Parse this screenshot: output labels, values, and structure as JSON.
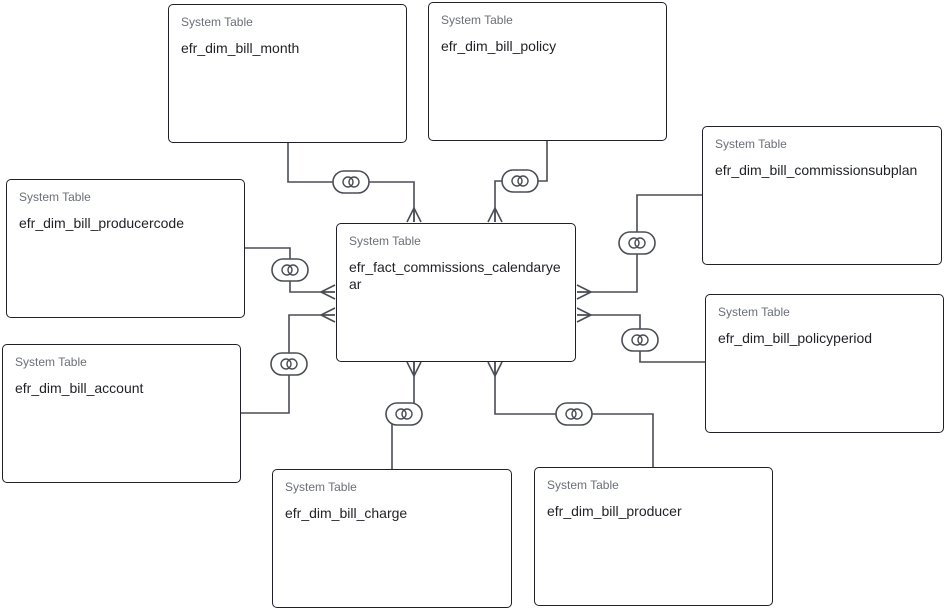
{
  "diagram": {
    "tables": {
      "fact": {
        "type": "System Table",
        "name": "efr_fact_commissions_calendaryear"
      },
      "bill_month": {
        "type": "System Table",
        "name": "efr_dim_bill_month"
      },
      "bill_policy": {
        "type": "System Table",
        "name": "efr_dim_bill_policy"
      },
      "bill_commissionsubplan": {
        "type": "System Table",
        "name": "efr_dim_bill_commissionsubplan"
      },
      "bill_producercode": {
        "type": "System Table",
        "name": "efr_dim_bill_producercode"
      },
      "bill_policyperiod": {
        "type": "System Table",
        "name": "efr_dim_bill_policyperiod"
      },
      "bill_account": {
        "type": "System Table",
        "name": "efr_dim_bill_account"
      },
      "bill_charge": {
        "type": "System Table",
        "name": "efr_dim_bill_charge"
      },
      "bill_producer": {
        "type": "System Table",
        "name": "efr_dim_bill_producer"
      }
    },
    "relationships": [
      {
        "from": "bill_month",
        "to": "fact",
        "cardinality": "one-to-many"
      },
      {
        "from": "bill_policy",
        "to": "fact",
        "cardinality": "one-to-many"
      },
      {
        "from": "bill_commissionsubplan",
        "to": "fact",
        "cardinality": "one-to-many"
      },
      {
        "from": "bill_producercode",
        "to": "fact",
        "cardinality": "one-to-many"
      },
      {
        "from": "bill_policyperiod",
        "to": "fact",
        "cardinality": "one-to-many"
      },
      {
        "from": "bill_account",
        "to": "fact",
        "cardinality": "one-to-many"
      },
      {
        "from": "bill_charge",
        "to": "fact",
        "cardinality": "one-to-many"
      },
      {
        "from": "bill_producer",
        "to": "fact",
        "cardinality": "one-to-many"
      }
    ],
    "colors": {
      "line": "#4a4d55",
      "border": "#1f2126",
      "muted_text": "#6b6f78"
    },
    "icons": {
      "join": "join-icon",
      "crowfoot": "crows-foot-icon"
    }
  }
}
